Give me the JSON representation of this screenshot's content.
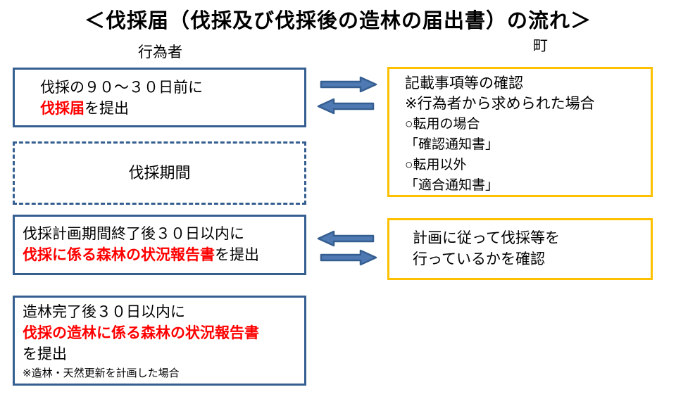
{
  "title": "＜伐採届（伐採及び伐採後の造林の届出書）の流れ＞",
  "headers": {
    "actor": "行為者",
    "town": "町"
  },
  "left_column": {
    "box1": {
      "line1": "伐採の９０～３０日前に",
      "highlight": "伐採届",
      "suffix": "を提出"
    },
    "box2": {
      "label": "伐採期間"
    },
    "box3": {
      "line1": "伐採計画期間終了後３０日以内に",
      "highlight": "伐採に係る森林の状況報告書",
      "suffix": "を提出"
    },
    "box4": {
      "line1": "造林完了後３０日以内に",
      "highlight": "伐採の造林に係る森林の状況報告書",
      "line3": "を提出",
      "note": "※造林・天然更新を計画した場合"
    }
  },
  "right_column": {
    "box1": {
      "line1": "記載事項等の確認",
      "line2": "※行為者から求められた場合",
      "line3": "○転用の場合",
      "line4": "「確認通知書」",
      "line5": "○転用以外",
      "line6": "「適合通知書」"
    },
    "box2": {
      "line1": "計画に従って伐採等を",
      "line2": "行っているかを確認"
    }
  },
  "icons": {
    "arrow_right": "block-arrow-right",
    "arrow_left": "block-arrow-left"
  },
  "colors": {
    "box_border_blue": "#365F91",
    "box_border_orange": "#FFC000",
    "highlight_red": "#FF0000",
    "arrow_fill": "#4E79B2",
    "arrow_stroke": "#365F91"
  }
}
